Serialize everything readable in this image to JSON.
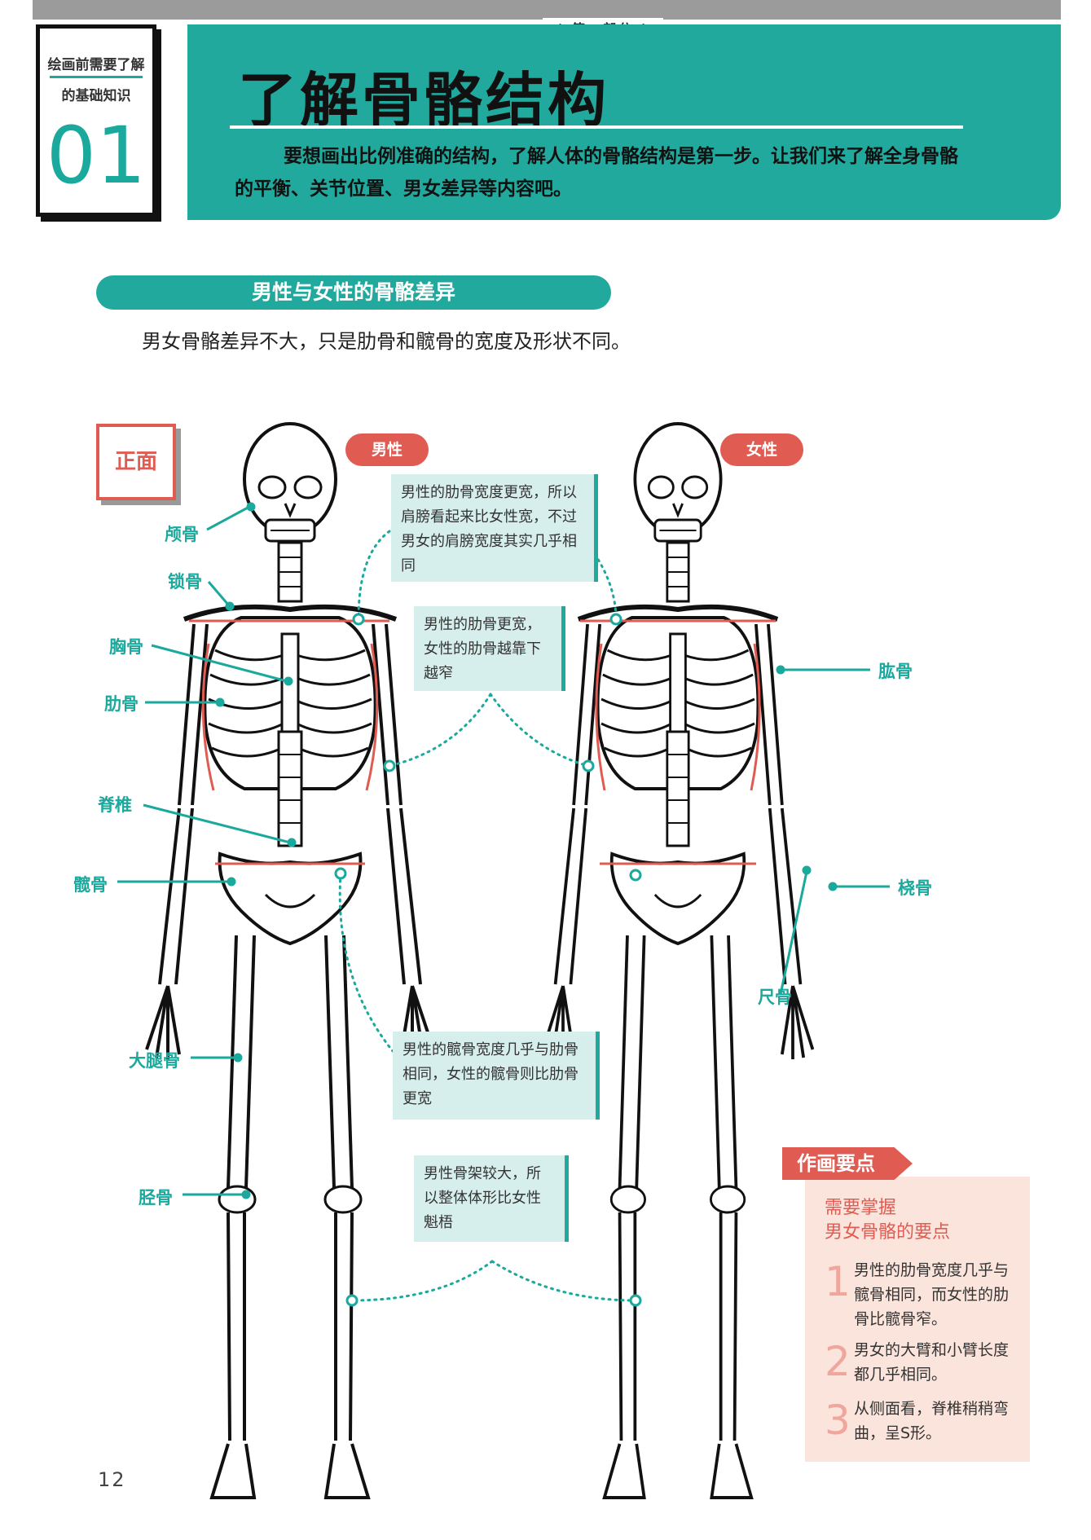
{
  "header": {
    "part_label": "| 第一部分 |",
    "chapter_line1": "绘画前需要了解",
    "chapter_line2": "的基础知识",
    "chapter_number": "01",
    "title": "了解骨骼结构",
    "intro": "要想画出比例准确的结构，了解人体的骨骼结构是第一步。让我们来了解全身骨骼的平衡、关节位置、男女差异等内容吧。"
  },
  "section": {
    "title": "男性与女性的骨骼差异",
    "text": "男女骨骼差异不大，只是肋骨和髋骨的宽度及形状不同。"
  },
  "figure": {
    "view_label": "正面",
    "male_label": "男性",
    "female_label": "女性",
    "bones": {
      "skull": "颅骨",
      "clavicle": "锁骨",
      "sternum": "胸骨",
      "rib": "肋骨",
      "spine": "脊椎",
      "hip": "髋骨",
      "femur": "大腿骨",
      "tibia": "胫骨",
      "humerus": "肱骨",
      "radius": "桡骨",
      "ulna": "尺骨"
    },
    "notes": [
      "男性的肋骨宽度更宽，所以肩膀看起来比女性宽，不过男女的肩膀宽度其实几乎相同",
      "男性的肋骨更宽，女性的肋骨越靠下越窄",
      "男性的髋骨宽度几乎与肋骨相同，女性的髋骨则比肋骨更宽",
      "男性骨架较大，所以整体体形比女性魁梧"
    ]
  },
  "tips": {
    "tab": "作画要点",
    "title_line1": "需要掌握",
    "title_line2": "男女骨骼的要点",
    "items": [
      {
        "num": "1",
        "text": "男性的肋骨宽度几乎与髋骨相同，而女性的肋骨比髋骨窄。"
      },
      {
        "num": "2",
        "text": "男女的大臂和小臂长度都几乎相同。"
      },
      {
        "num": "3",
        "text": "从侧面看，脊椎稍稍弯曲，呈S形。"
      }
    ]
  },
  "page_number": "12",
  "colors": {
    "teal": "#20a99c",
    "red": "#e05c52",
    "note_bg": "#d7efec",
    "tips_bg": "#fbe4dc"
  }
}
